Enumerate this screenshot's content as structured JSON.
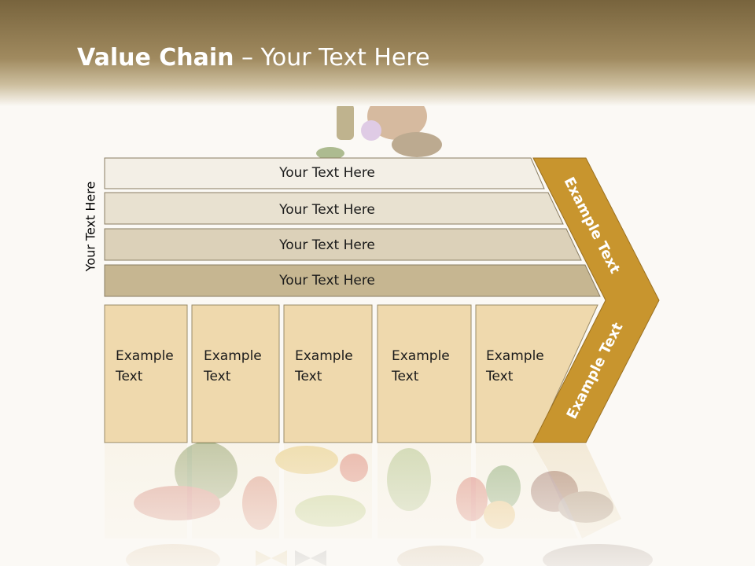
{
  "slide": {
    "title_bold": "Value Chain",
    "title_rest": " – Your Text Here",
    "side_label": "Your Text Here",
    "rows": [
      {
        "label": "Your Text Here",
        "color": "#f3efe6"
      },
      {
        "label": "Your Text Here",
        "color": "#e8e1d0"
      },
      {
        "label": "Your Text Here",
        "color": "#dcd1b9"
      },
      {
        "label": "Your Text Here",
        "color": "#c6b691"
      }
    ],
    "cells": [
      {
        "label": "Example\nText"
      },
      {
        "label": "Example\nText"
      },
      {
        "label": "Example\nText"
      },
      {
        "label": "Example\nText"
      },
      {
        "label": "Example\nText"
      }
    ],
    "chevron": {
      "upper_label": "Example Text",
      "lower_label": "Example Text",
      "color": "#c8952e"
    },
    "cell_color": "#efd9ad"
  }
}
